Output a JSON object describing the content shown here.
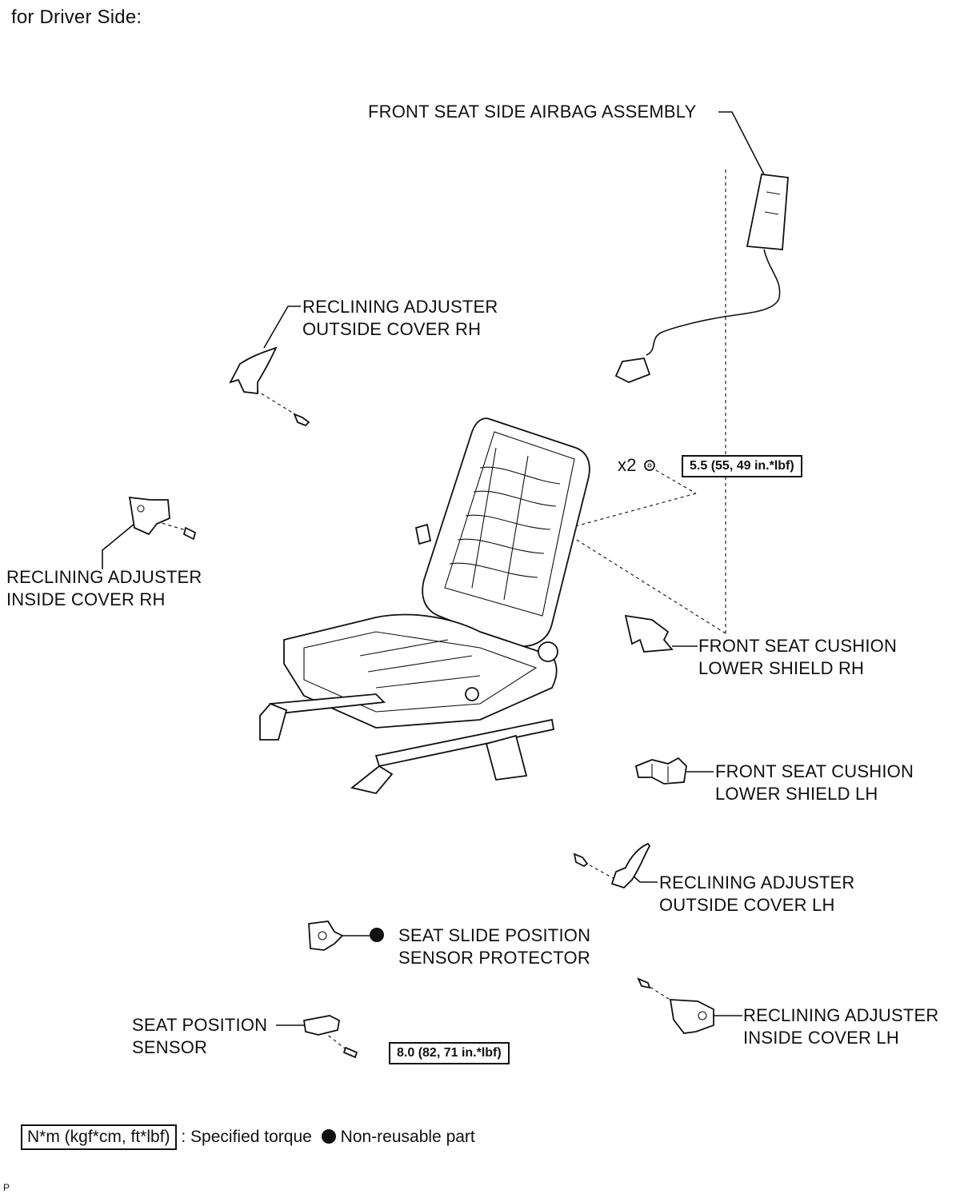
{
  "title": "for Driver Side:",
  "labels": {
    "airbag": "FRONT SEAT SIDE AIRBAG ASSEMBLY",
    "rec_out_rh_1": "RECLINING ADJUSTER",
    "rec_out_rh_2": "OUTSIDE COVER RH",
    "rec_in_rh_1": "RECLINING ADJUSTER",
    "rec_in_rh_2": "INSIDE COVER RH",
    "shield_rh_1": "FRONT SEAT CUSHION",
    "shield_rh_2": "LOWER SHIELD RH",
    "shield_lh_1": "FRONT SEAT CUSHION",
    "shield_lh_2": "LOWER SHIELD LH",
    "rec_out_lh_1": "RECLINING ADJUSTER",
    "rec_out_lh_2": "OUTSIDE COVER LH",
    "protector_1": "SEAT SLIDE POSITION",
    "protector_2": "SENSOR PROTECTOR",
    "rec_in_lh_1": "RECLINING ADJUSTER",
    "rec_in_lh_2": "INSIDE COVER LH",
    "sensor_1": "SEAT POSITION",
    "sensor_2": "SENSOR"
  },
  "quantity": "x2",
  "torques": {
    "nut": "5.5 (55, 49 in.*lbf)",
    "bolt": "8.0 (82, 71 in.*lbf)"
  },
  "legend": {
    "torque_box": "N*m (kgf*cm, ft*lbf)",
    "torque_text": ": Specified torque",
    "nonreusable_text": "Non-reusable part"
  },
  "footer_code": "P"
}
